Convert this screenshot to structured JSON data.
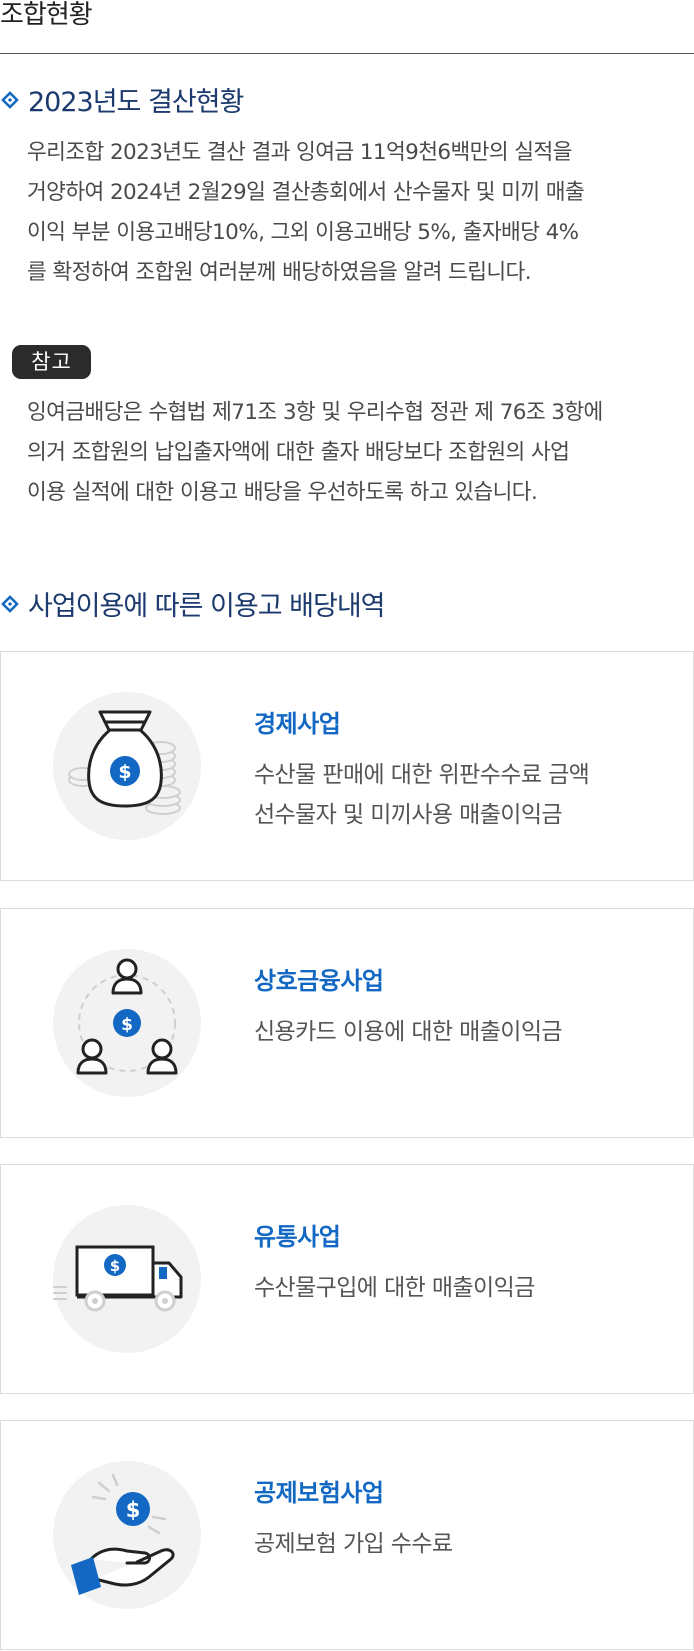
{
  "header": {
    "title": "조합현황"
  },
  "section1": {
    "heading": "2023년도 결산현황",
    "lines": [
      "우리조합 2023년도 결산 결과 잉여금 11억9천6백만의 실적을",
      "거양하여 2024년 2월29일 결산총회에서 산수물자 및 미끼 매출",
      "이익 부분 이용고배당10%, 그외 이용고배당 5%, 출자배당 4%",
      "를 확정하여 조합원 여러분께 배당하였음을 알려 드립니다."
    ]
  },
  "note": {
    "badge": "참고",
    "lines": [
      "잉여금배당은 수협법 제71조 3항 및 우리수협 정관 제 76조 3항에",
      "의거 조합원의 납입출자액에 대한 출자 배당보다 조합원의 사업",
      "이용 실적에 대한 이용고 배당을 우선하도록 하고 있습니다."
    ]
  },
  "section2": {
    "heading": "사업이용에 따른 이용고 배당내역",
    "cards": [
      {
        "title": "경제사업",
        "lines": [
          "수산물 판매에 대한 위판수수료 금액",
          "선수물자 및 미끼사용 매출이익금"
        ],
        "icon": "money-bag-icon"
      },
      {
        "title": "상호금융사업",
        "lines": [
          "신용카드 이용에 대한 매출이익금"
        ],
        "icon": "people-network-icon"
      },
      {
        "title": "유통사업",
        "lines": [
          "수산물구입에 대한 매출이익금"
        ],
        "icon": "delivery-truck-icon"
      },
      {
        "title": "공제보험사업",
        "lines": [
          "공제보험 가입 수수료"
        ],
        "icon": "hand-coin-icon"
      }
    ]
  },
  "colors": {
    "heading": "#1c3a6e",
    "accent": "#1268c2",
    "badge": "#2b2b2b",
    "border": "#dcdcdc",
    "icon_bg": "#f2f2f2"
  }
}
